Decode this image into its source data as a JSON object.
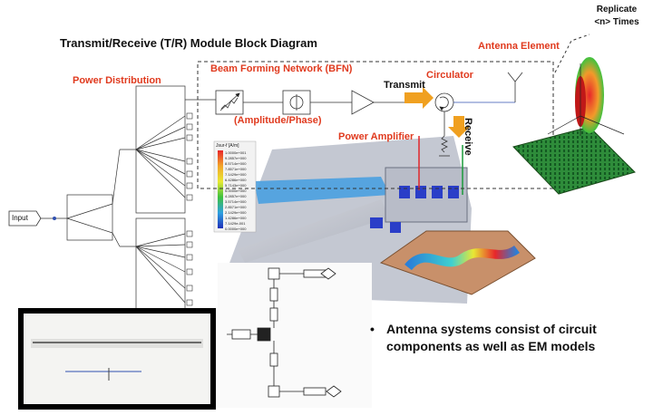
{
  "title": "Transmit/Receive (T/R) Module Block Diagram",
  "labels": {
    "power_distribution": "Power Distribution",
    "bfn": "Beam Forming Network (BFN)",
    "amp_phase": "(Amplitude/Phase)",
    "transmit": "Transmit",
    "circulator": "Circulator",
    "receive": "Receive",
    "power_amplifier": "Power Amplifier",
    "antenna_element": "Antenna Element",
    "replicate_line1": "Replicate",
    "replicate_line2": "<n> Times",
    "input": "Input"
  },
  "legend": {
    "title": "Jsur-f [A/m]",
    "values": [
      "1.0000e+001",
      "9.2857e+000",
      "8.5714e+000",
      "7.8571e+000",
      "7.1429e+000",
      "6.4286e+000",
      "5.7143e+000",
      "5.0000e+000",
      "4.2857e+000",
      "3.5714e+000",
      "2.8571e+000",
      "2.1429e+000",
      "1.4286e+000",
      "7.1429e-001",
      "0.0000e+000"
    ]
  },
  "bullet": "Antenna systems consist of circuit components as well as EM models",
  "colors": {
    "accent_red": "#e03a1e",
    "arrow_orange": "#f0a020",
    "wire_blue": "#3050b0"
  }
}
